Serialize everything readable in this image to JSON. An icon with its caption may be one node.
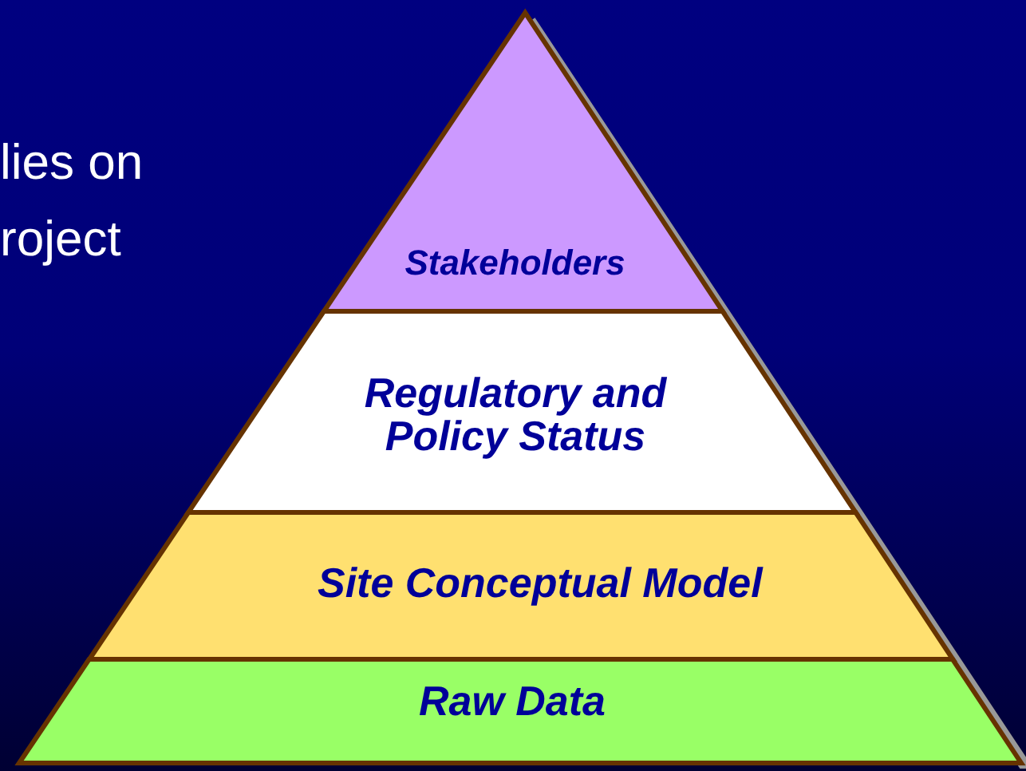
{
  "diagram": {
    "nodes": [
      {
        "text": [
          "Stakeholders"
        ]
      },
      {
        "text": [
          "Regulatory and Policy Status"
        ]
      },
      {
        "text": [
          "Site Conceptual Model"
        ]
      },
      {
        "text": [
          "Raw Data"
        ]
      }
    ],
    "labels": [
      "lies on",
      "roject"
    ]
  }
}
